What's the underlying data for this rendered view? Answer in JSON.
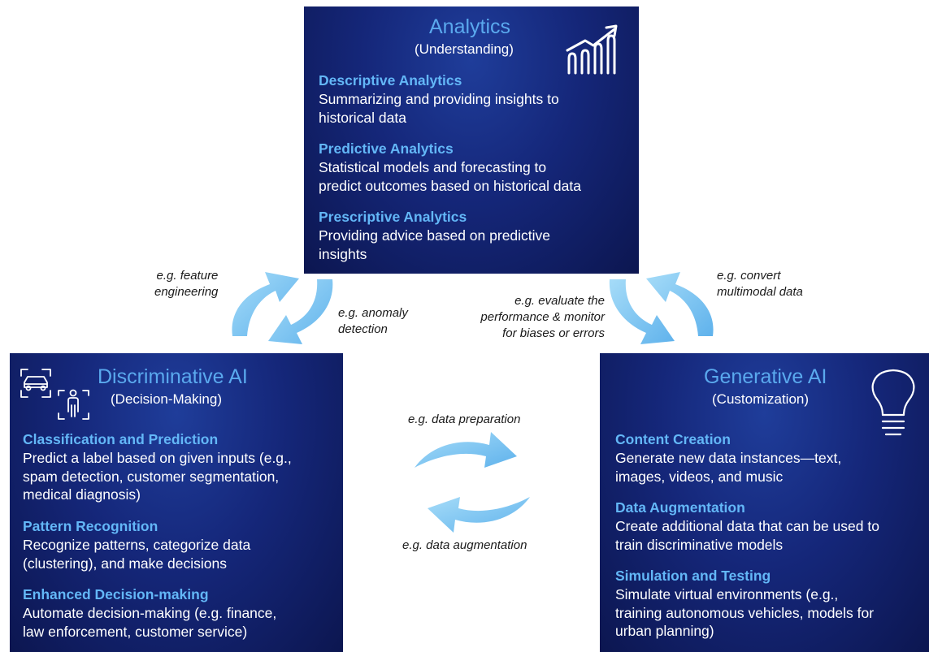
{
  "analytics": {
    "title": "Analytics",
    "subtitle": "(Understanding)",
    "icon": "chart-growth-icon",
    "sections": [
      {
        "heading": "Descriptive Analytics",
        "text": [
          "Summarizing and providing insights to",
          "historical data"
        ]
      },
      {
        "heading": "Predictive Analytics",
        "text": [
          "Statistical models and forecasting to",
          "predict outcomes based on historical data"
        ]
      },
      {
        "heading": "Prescriptive Analytics",
        "text": [
          "Providing advice based on predictive",
          "insights"
        ]
      }
    ]
  },
  "discriminative": {
    "title": "Discriminative AI",
    "subtitle": "(Decision-Making)",
    "icon": "vehicle-person-detection-icon",
    "sections": [
      {
        "heading": "Classification and Prediction",
        "text": [
          "Predict a label based on given inputs (e.g.,",
          "spam detection, customer segmentation,",
          "medical diagnosis)"
        ]
      },
      {
        "heading": "Pattern Recognition",
        "text": [
          "Recognize patterns, categorize data",
          "(clustering), and make decisions"
        ]
      },
      {
        "heading": "Enhanced Decision-making",
        "text": [
          "Automate decision-making (e.g. finance,",
          "law enforcement, customer service)"
        ]
      }
    ]
  },
  "generative": {
    "title": "Generative AI",
    "subtitle": "(Customization)",
    "icon": "lightbulb-icon",
    "sections": [
      {
        "heading": "Content Creation",
        "text": [
          "Generate new data instances—text,",
          "images, videos, and music"
        ]
      },
      {
        "heading": "Data Augmentation",
        "text": [
          "Create additional data that can be used to",
          "train discriminative models"
        ]
      },
      {
        "heading": "Simulation and Testing",
        "text": [
          "Simulate virtual environments (e.g.,",
          "training autonomous vehicles, models for",
          "urban planning)"
        ]
      }
    ]
  },
  "edge_labels": {
    "feature_engineering": [
      "e.g. feature",
      "engineering"
    ],
    "anomaly_detection": [
      "e.g. anomaly",
      "detection"
    ],
    "evaluate": [
      "e.g. evaluate the",
      "performance & monitor",
      "for biases or errors"
    ],
    "convert": [
      "e.g. convert",
      "multimodal data"
    ],
    "data_preparation": [
      "e.g. data preparation"
    ],
    "data_augmentation": [
      "e.g. data augmentation"
    ]
  },
  "colors": {
    "box_gradient": [
      "#1f3d9a",
      "#15277a",
      "#0c1650"
    ],
    "title": "#5aa9ee",
    "heading": "#63b7f7",
    "arrow": "#7fc6f2",
    "text": "#ffffff"
  }
}
